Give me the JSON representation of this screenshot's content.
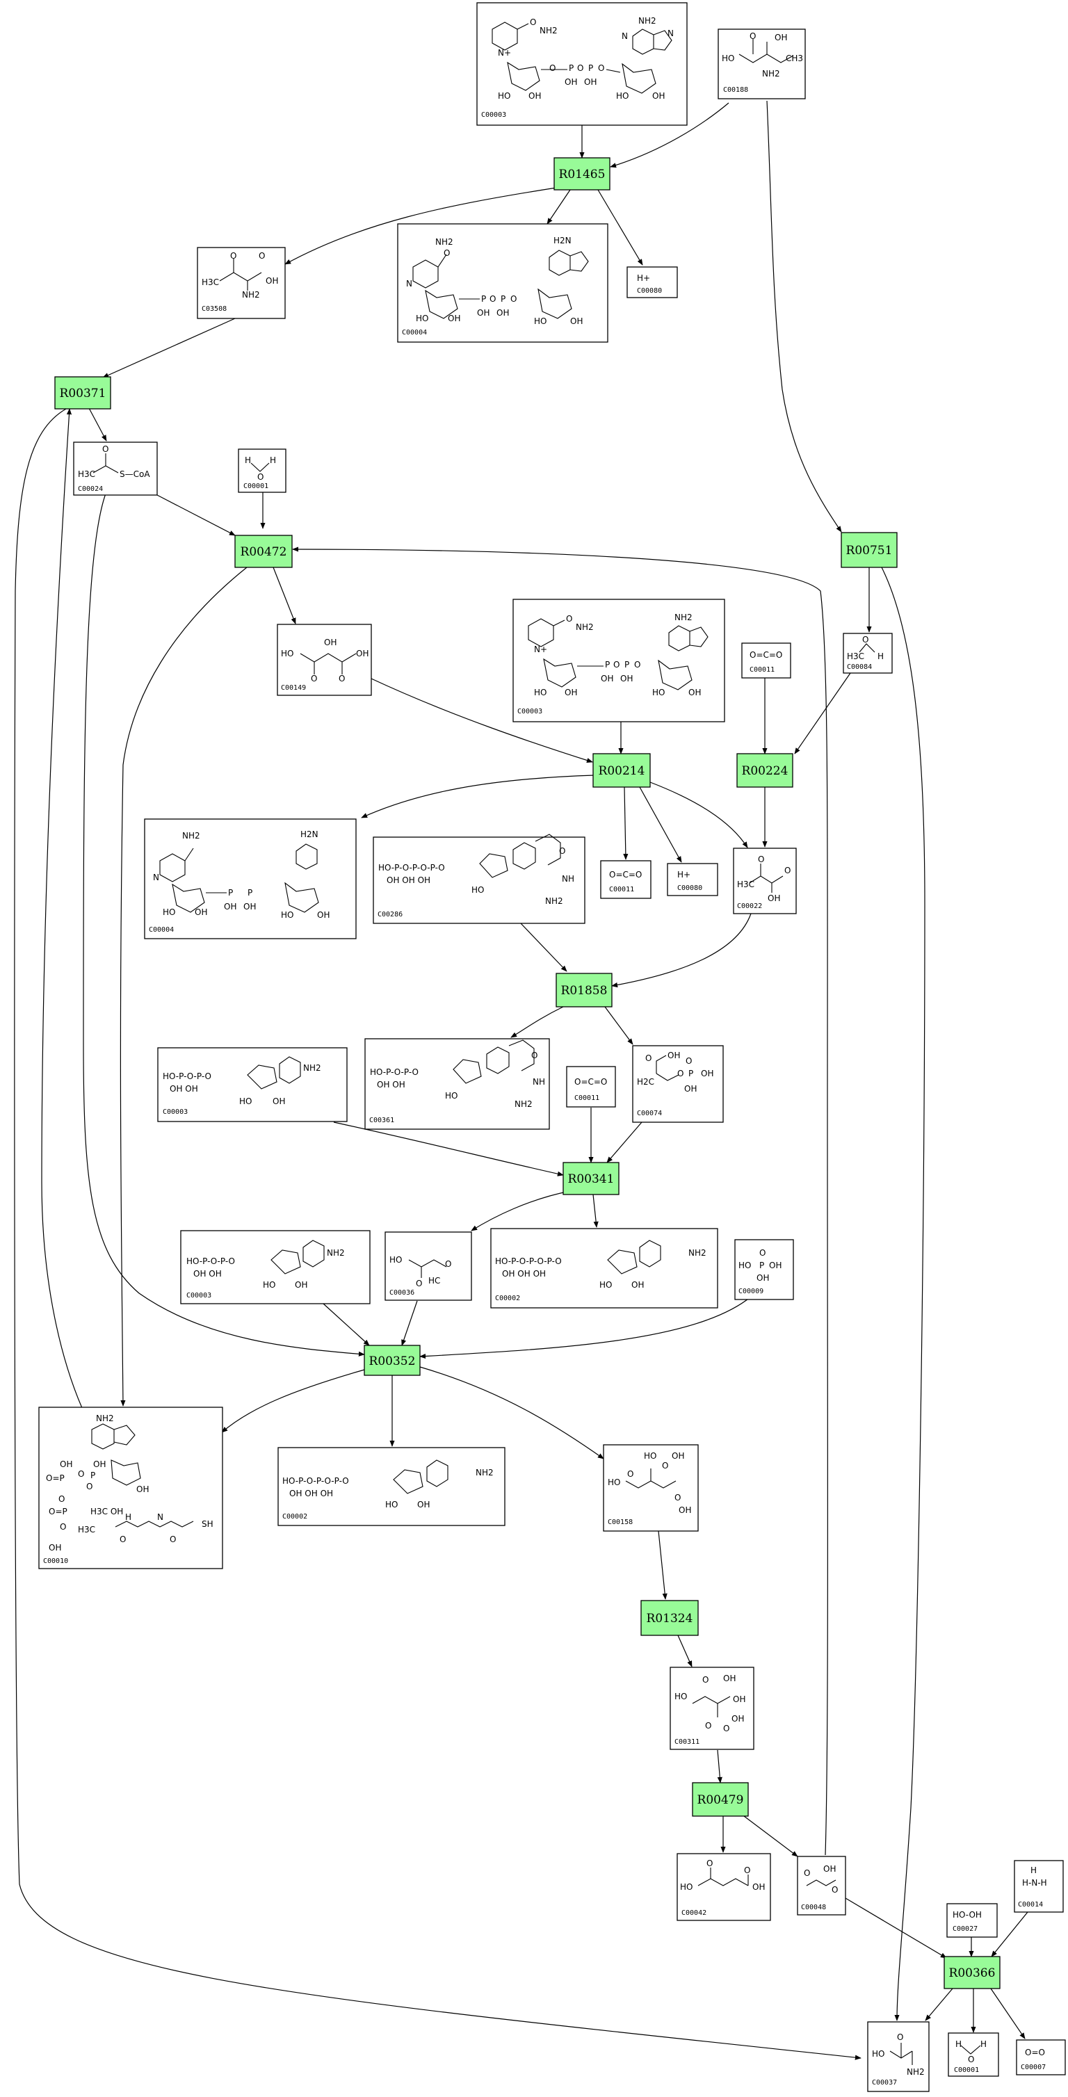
{
  "reactions": [
    {
      "id": "R01465"
    },
    {
      "id": "R00371"
    },
    {
      "id": "R00472"
    },
    {
      "id": "R00751"
    },
    {
      "id": "R00214"
    },
    {
      "id": "R00224"
    },
    {
      "id": "R01858"
    },
    {
      "id": "R00341"
    },
    {
      "id": "R00352"
    },
    {
      "id": "R01324"
    },
    {
      "id": "R00479"
    },
    {
      "id": "R00366"
    }
  ],
  "compounds": [
    {
      "key": "c00003_a",
      "cid": "C00003",
      "struct": ""
    },
    {
      "key": "c00188",
      "cid": "C00188",
      "struct": "HO OH CH3 NH2"
    },
    {
      "key": "c00004_a",
      "cid": "C00004",
      "struct": ""
    },
    {
      "key": "c00080_a",
      "cid": "C00080",
      "struct": "H+"
    },
    {
      "key": "c03508",
      "cid": "C03508",
      "struct": "H3C NH2 OH"
    },
    {
      "key": "c00024",
      "cid": "C00024",
      "struct": "H3C S-CoA"
    },
    {
      "key": "c00001_a",
      "cid": "C00001",
      "struct": "H O H"
    },
    {
      "key": "c00149",
      "cid": "C00149",
      "struct": "HO OH OH"
    },
    {
      "key": "c00003_b",
      "cid": "C00003",
      "struct": ""
    },
    {
      "key": "c00011_a",
      "cid": "C00011",
      "struct": "O=C=O"
    },
    {
      "key": "c00084",
      "cid": "C00084",
      "struct": "H3C H"
    },
    {
      "key": "c00004_b",
      "cid": "C00004",
      "struct": ""
    },
    {
      "key": "c00286",
      "cid": "C00286",
      "struct": ""
    },
    {
      "key": "c00011_b",
      "cid": "C00011",
      "struct": "O=C=O"
    },
    {
      "key": "c00080_b",
      "cid": "C00080",
      "struct": "H+"
    },
    {
      "key": "c00022",
      "cid": "C00022",
      "struct": "H3C OH"
    },
    {
      "key": "c00003_c",
      "cid": "C00003",
      "struct": ""
    },
    {
      "key": "c00361",
      "cid": "C00361",
      "struct": ""
    },
    {
      "key": "c00011_c",
      "cid": "C00011",
      "struct": "O=C=O"
    },
    {
      "key": "c00074",
      "cid": "C00074",
      "struct": "H2C OH P OH"
    },
    {
      "key": "c00003_d",
      "cid": "C00003",
      "struct": ""
    },
    {
      "key": "c00036",
      "cid": "C00036",
      "struct": "HO HC"
    },
    {
      "key": "c00002_a",
      "cid": "C00002",
      "struct": ""
    },
    {
      "key": "c00009",
      "cid": "C00009",
      "struct": "HO P OH OH"
    },
    {
      "key": "c00010",
      "cid": "C00010",
      "struct": ""
    },
    {
      "key": "c00002_b",
      "cid": "C00002",
      "struct": ""
    },
    {
      "key": "c00158",
      "cid": "C00158",
      "struct": "HO OH OH"
    },
    {
      "key": "c00311",
      "cid": "C00311",
      "struct": "HO OH OH"
    },
    {
      "key": "c00042",
      "cid": "C00042",
      "struct": "HO OH"
    },
    {
      "key": "c00048",
      "cid": "C00048",
      "struct": "OH"
    },
    {
      "key": "c00027",
      "cid": "C00027",
      "struct": "HO-OH"
    },
    {
      "key": "c00014",
      "cid": "C00014",
      "struct": "H N H H"
    },
    {
      "key": "c00037",
      "cid": "C00037",
      "struct": "HO NH2"
    },
    {
      "key": "c00001_b",
      "cid": "C00001",
      "struct": "H O H"
    },
    {
      "key": "c00007",
      "cid": "C00007",
      "struct": "O=O"
    }
  ]
}
